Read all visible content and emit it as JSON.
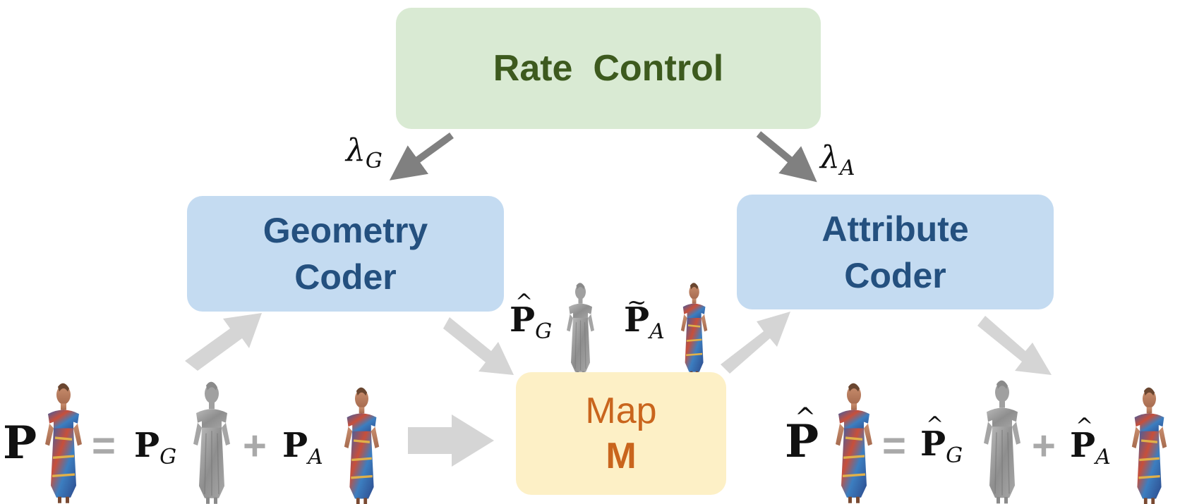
{
  "rate_control": {
    "label": "Rate  Control"
  },
  "geometry_coder": {
    "line1": "Geometry",
    "line2": "Coder"
  },
  "attribute_coder": {
    "line1": "Attribute",
    "line2": "Coder"
  },
  "map": {
    "line1": "Map",
    "line2": "M"
  },
  "lambda_g": {
    "symbol": "λ",
    "sub": "G"
  },
  "lambda_a": {
    "symbol": "λ",
    "sub": "A"
  },
  "p_hat_g": {
    "symbol": "P",
    "accent": "^",
    "sub": "G"
  },
  "p_tilde_a": {
    "symbol": "P",
    "accent": "~",
    "sub": "A"
  },
  "input_eq": {
    "p": "P",
    "eq": "=",
    "pg": "P",
    "pg_sub": "G",
    "plus": "+",
    "pa": "P",
    "pa_sub": "A"
  },
  "output_eq": {
    "p": "P",
    "accent": "^",
    "eq": "=",
    "pg": "P",
    "pg_sub": "G",
    "plus": "+",
    "pa": "P",
    "pa_sub": "A"
  },
  "colors": {
    "rate_box": "#d9ead3",
    "rate_text": "#3d5a1e",
    "coder_box": "#c4dbf1",
    "coder_text": "#24507f",
    "map_box": "#fdf0c6",
    "map_text": "#c9651d",
    "arrow_dark": "#808080",
    "arrow_light": "#d0d0d0"
  },
  "icons": [
    "colored-point-cloud-figure",
    "gray-geometry-figure"
  ]
}
